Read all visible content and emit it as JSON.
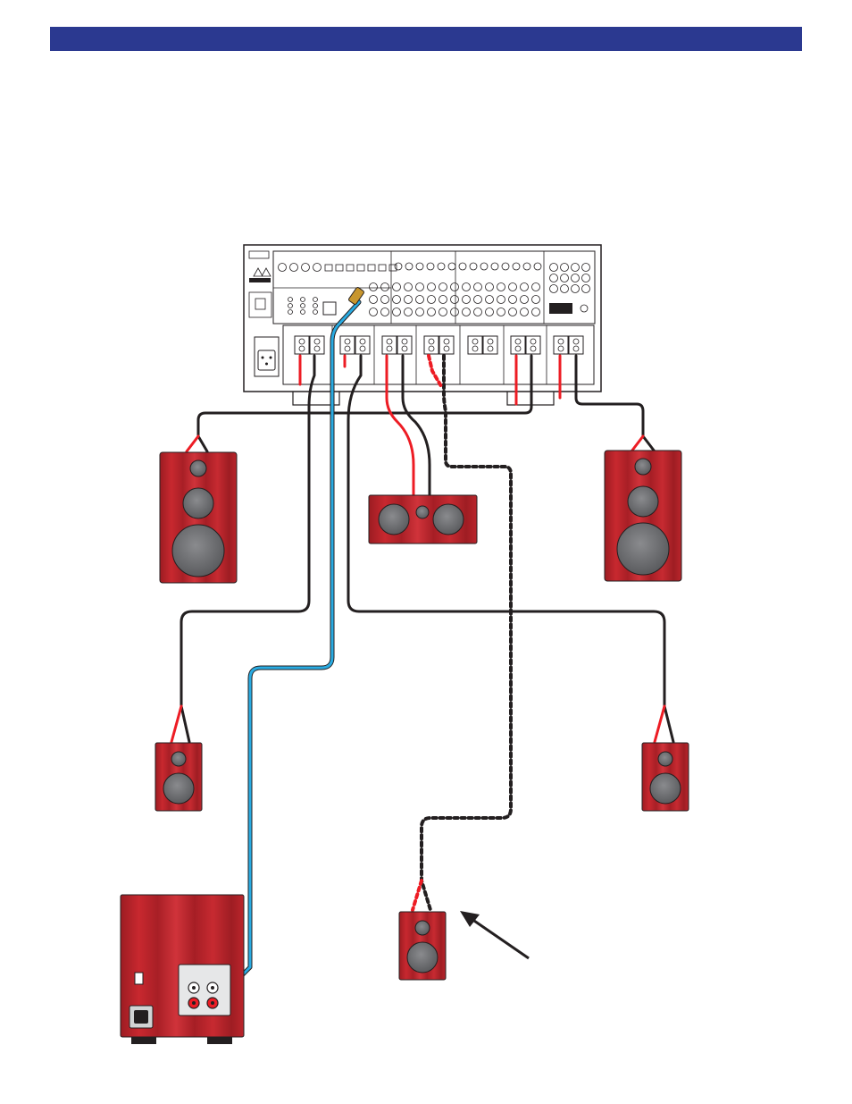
{
  "page": {
    "header_bar_color": "#2b3990"
  },
  "colors": {
    "speaker_wood": "#c1272d",
    "speaker_wood_dark": "#8e1a1e",
    "driver": "#6d6e71",
    "wire_red": "#ed1c24",
    "wire_black": "#231f20",
    "coax_blue": "#29abe2",
    "rca_plug": "#c8962e"
  },
  "components": [
    {
      "id": "av-receiver",
      "icon": "receiver-rear-panel-icon"
    },
    {
      "id": "front-left-speaker",
      "icon": "bookshelf-speaker-icon"
    },
    {
      "id": "front-right-speaker",
      "icon": "bookshelf-speaker-icon"
    },
    {
      "id": "center-speaker",
      "icon": "center-speaker-icon"
    },
    {
      "id": "surround-left-speaker",
      "icon": "small-speaker-icon"
    },
    {
      "id": "surround-right-speaker",
      "icon": "small-speaker-icon"
    },
    {
      "id": "optional-speaker",
      "icon": "small-speaker-icon"
    },
    {
      "id": "subwoofer",
      "icon": "subwoofer-icon"
    }
  ],
  "pointer": {
    "icon": "arrow-icon"
  }
}
